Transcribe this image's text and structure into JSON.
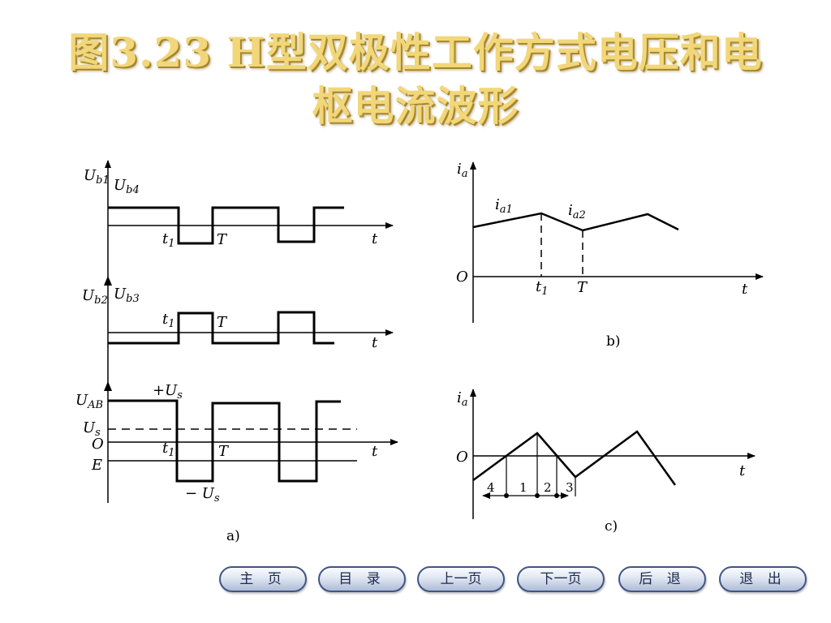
{
  "title": {
    "line1": "图3.23 H型双极性工作方式电压和电",
    "line2": "枢电流波形"
  },
  "panel_a": {
    "caption": "a)",
    "g1_label_left": "U",
    "g1_label_left_sub": "b1",
    "g1_label_right": "U",
    "g1_label_right_sub": "b4",
    "g2_label_left": "U",
    "g2_label_left_sub": "b2",
    "g2_label_right": "U",
    "g2_label_right_sub": "b3",
    "g3_label": "U",
    "g3_label_sub": "AB",
    "plus_us": "+U",
    "plus_us_sub": "s",
    "minus_us": "− U",
    "minus_us_sub": "s",
    "us": "U",
    "us_sub": "s",
    "origin": "O",
    "emf": "E",
    "t1": "t",
    "t1_sub": "1",
    "T": "T",
    "t": "t"
  },
  "panel_b": {
    "caption": "b)",
    "ylabel": "i",
    "ylabel_sub": "a",
    "ia1": "i",
    "ia1_sub": "a1",
    "ia2": "i",
    "ia2_sub": "a2",
    "origin": "O",
    "t1": "t",
    "t1_sub": "1",
    "T": "T",
    "t": "t"
  },
  "panel_c": {
    "caption": "c)",
    "ylabel": "i",
    "ylabel_sub": "a",
    "origin": "O",
    "t": "t",
    "segments": [
      "4",
      "1",
      "2",
      "3"
    ]
  },
  "nav": {
    "home": "主 页",
    "contents": "目 录",
    "prev": "上一页",
    "next": "下一页",
    "back": "后 退",
    "exit": "退 出"
  }
}
